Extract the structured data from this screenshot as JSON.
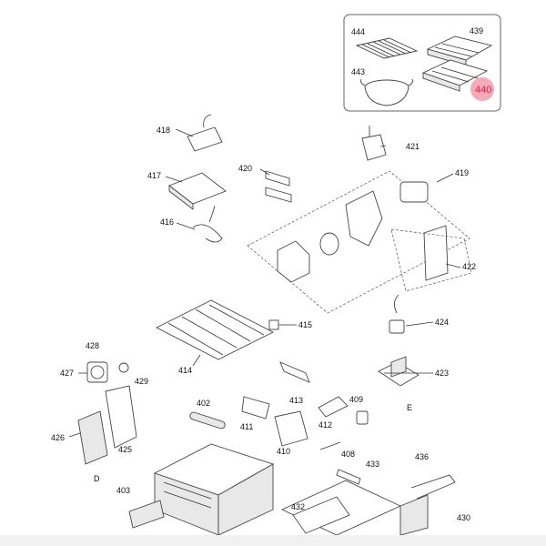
{
  "labels": {
    "p444": "444",
    "p439": "439",
    "p443": "443",
    "p440": "440",
    "p418": "418",
    "p421": "421",
    "p417": "417",
    "p420": "420",
    "p419": "419",
    "p416": "416",
    "p422": "422",
    "p415": "415",
    "p424": "424",
    "p428": "428",
    "p427": "427",
    "p429": "429",
    "p414": "414",
    "p423": "423",
    "p413": "413",
    "p409": "409",
    "p402": "402",
    "p411": "411",
    "p412": "412",
    "pE": "E",
    "p426": "426",
    "p425": "425",
    "p410": "410",
    "p408": "408",
    "p436": "436",
    "pD": "D",
    "p433": "433",
    "p403": "403",
    "p432": "432",
    "p430": "430"
  },
  "colors": {
    "highlight_fill": "#f6a9b8",
    "highlight_text": "#d9233f",
    "line": "#333333",
    "background": "#ffffff"
  }
}
